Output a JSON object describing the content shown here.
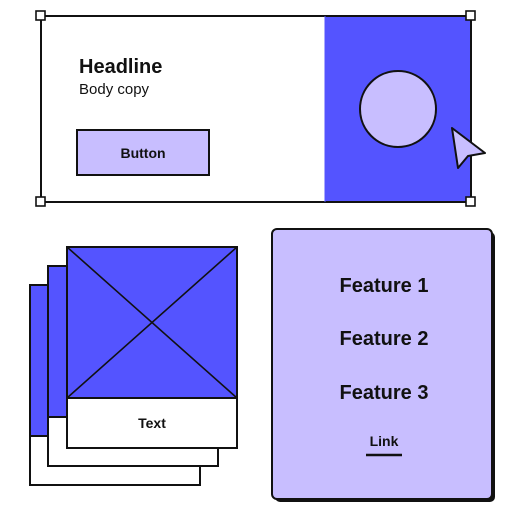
{
  "hero_card": {
    "headline": "Headline",
    "body_copy": "Body copy",
    "button_label": "Button"
  },
  "image_stack": {
    "caption": "Text"
  },
  "feature_card": {
    "features": [
      "Feature 1",
      "Feature 2",
      "Feature 3"
    ],
    "link_label": "Link"
  },
  "colors": {
    "accent": "#5454FF",
    "accent_light": "#C8BEFF",
    "stroke": "#111111",
    "background": "#FFFFFF"
  },
  "icons": [
    "cursor-arrow-icon",
    "image-placeholder-icon",
    "circle-shape-icon",
    "selection-handle-icon"
  ]
}
